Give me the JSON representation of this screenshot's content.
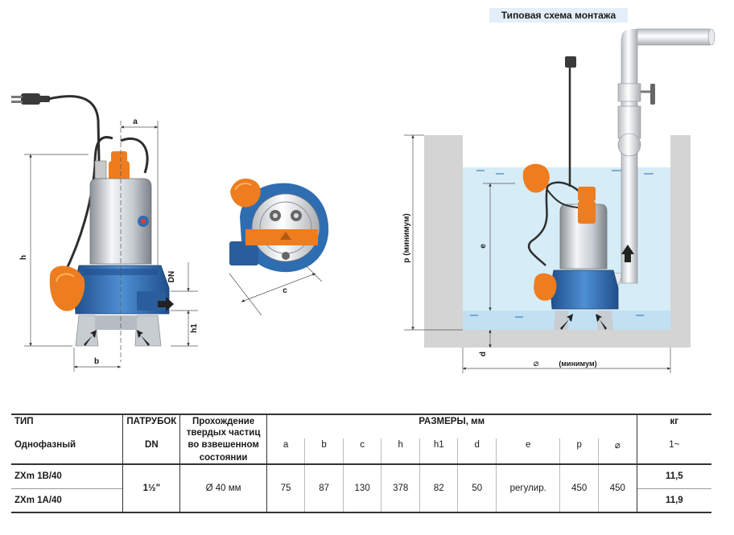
{
  "diagram_labels": {
    "install_title": "Типовая схема монтажа",
    "a": "a",
    "b": "b",
    "c": "c",
    "h": "h",
    "h1": "h1",
    "dn": "DN",
    "p": "p (минимум)",
    "e": "e",
    "d": "d",
    "width_symbol": "⌀",
    "width_min": "(минимум)"
  },
  "table": {
    "header": {
      "type": "ТИП",
      "single_phase": "Однофазный",
      "outlet": "ПАТРУБОК",
      "dn": "DN",
      "solids_line1": "Прохождение",
      "solids_line2": "твердых частиц",
      "solids_line3": "во взвешенном",
      "solids_line4": "состоянии",
      "dims": "РАЗМЕРЫ, мм",
      "kg": "кг",
      "phase": "1~",
      "dim_cols": [
        "a",
        "b",
        "c",
        "h",
        "h1",
        "d",
        "e",
        "p",
        "⌀"
      ]
    },
    "rows": [
      {
        "model": "ZXm 1B/40",
        "weight": "11,5"
      },
      {
        "model": "ZXm 1A/40",
        "weight": "11,9"
      }
    ],
    "shared": {
      "dn": "1½\"",
      "solids": "Ø 40 мм",
      "dims": [
        "75",
        "87",
        "130",
        "378",
        "82",
        "50",
        "регулир.",
        "450",
        "450"
      ]
    }
  },
  "colors": {
    "pump_blue": "#2f6db1",
    "float_orange": "#ee7d1f",
    "water_blue": "#d6ecf7",
    "wall_gray": "#d4d4d4"
  }
}
